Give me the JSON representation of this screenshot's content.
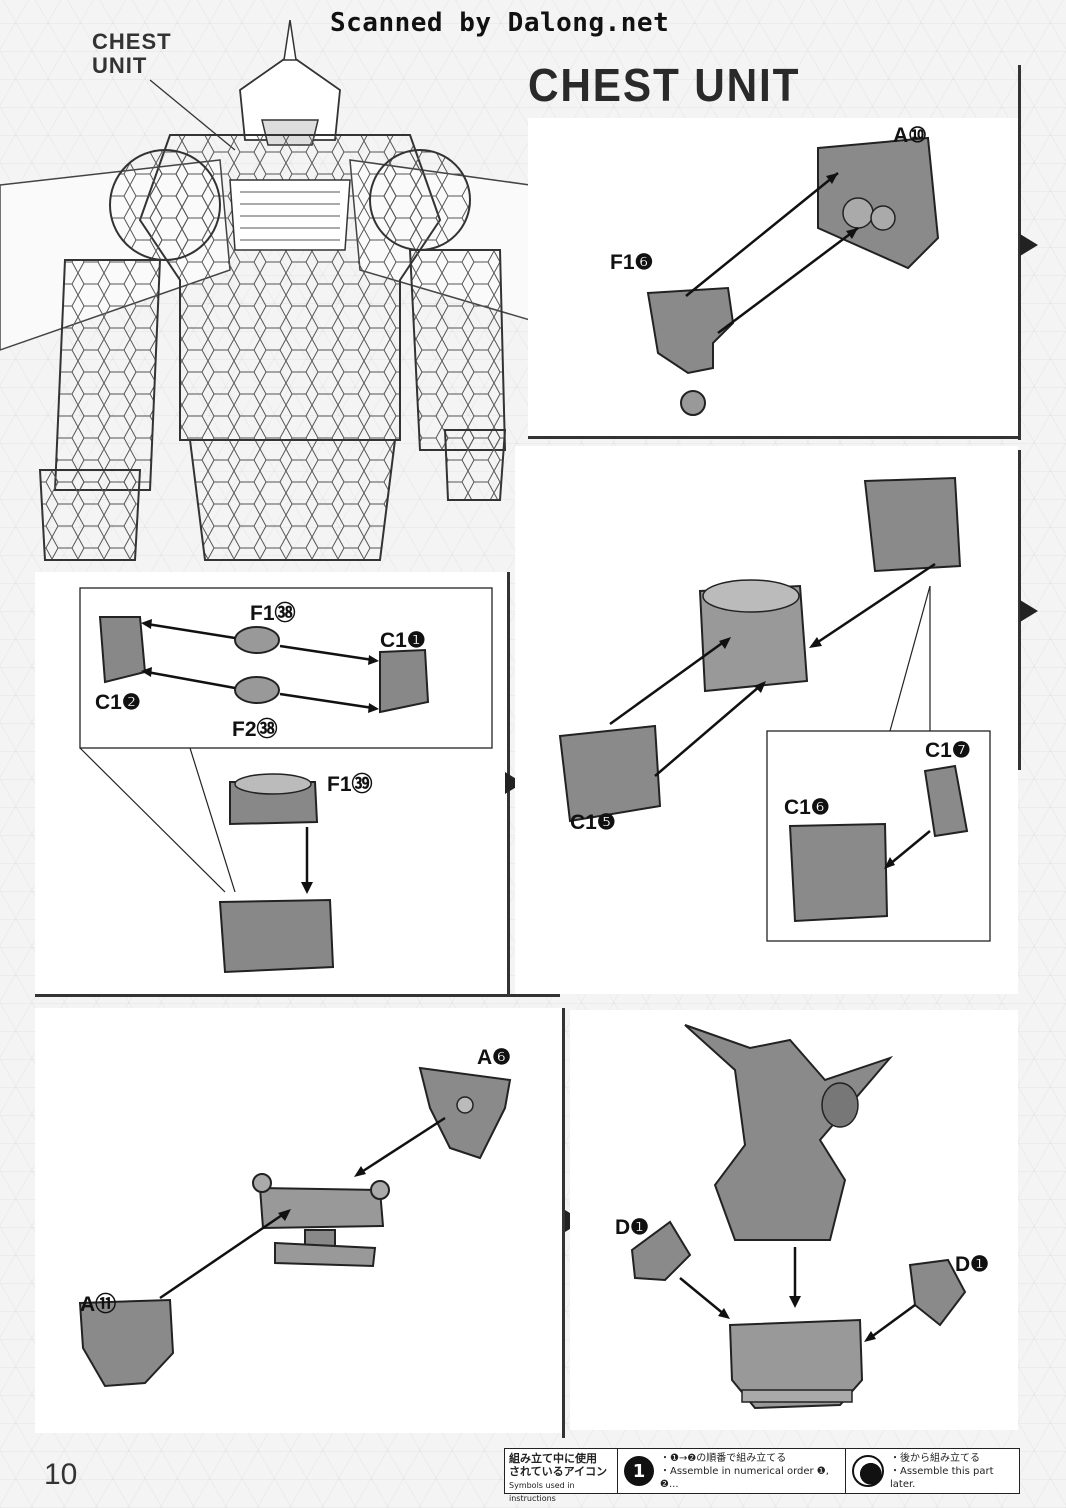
{
  "watermark": "Scanned by Dalong.net",
  "hero": {
    "label_line1": "CHEST",
    "label_line2": "UNIT"
  },
  "section_title": "CHEST UNIT",
  "step1": {
    "parts": {
      "a10": "A⑩",
      "f16": "F1❻"
    }
  },
  "step2": {
    "parts": {
      "f123": "F1㊳",
      "c11": "C1❶",
      "c12": "C1❷",
      "f223": "F2㊳",
      "f134": "F1㊴"
    }
  },
  "step3": {
    "parts": {
      "c15": "C1❺",
      "c17": "C1❼",
      "c16": "C1❻"
    }
  },
  "step4": {
    "parts": {
      "a6": "A❻",
      "a11": "A⑪"
    }
  },
  "step5": {
    "parts": {
      "d1_left": "D❶",
      "d1_right": "D❶"
    }
  },
  "legend": {
    "jp_line1": "組み立て中に使用",
    "jp_line2": "されているアイコン",
    "jp_caption": "Symbols used in instructions",
    "order_badge": "1",
    "order_jp": "・❶→❷の順番で組み立てる",
    "order_en": "・Assemble in numerical order ❶, ❷...",
    "later_jp": "・後から組み立てる",
    "later_en": "・Assemble this part later."
  },
  "page_number": "10"
}
